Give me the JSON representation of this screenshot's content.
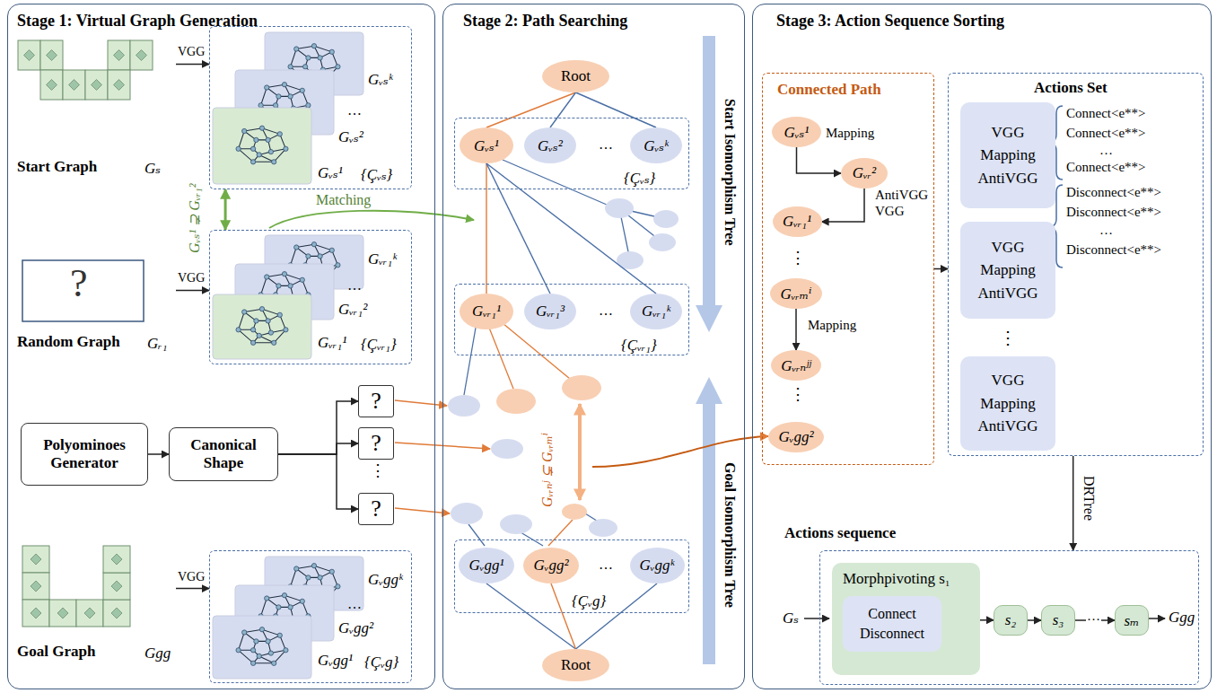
{
  "diagram": {
    "nodes": [
      {
        "text": [
          "Stage 1: Virtual Graph Generation"
        ]
      },
      {
        "text": [
          "Start Graph",
          "Gₛ"
        ],
        "in": 0
      },
      {
        "text": [
          "Gᵥₛᵏ",
          "…",
          "Gᵥₛ²",
          "Gᵥₛ¹",
          "{Çᵥₛ}"
        ],
        "in": 0
      },
      {
        "text": [
          "?",
          "Random Graph",
          "Gᵣ₁"
        ],
        "in": 0
      },
      {
        "text": [
          "Gᵥᵣ₁ᵏ",
          "…",
          "Gᵥᵣ₁²",
          "Gᵥᵣ₁¹",
          "{Çᵥᵣ₁}"
        ],
        "in": 0
      },
      {
        "text": [
          "Polyominoes Generator"
        ],
        "in": 0
      },
      {
        "text": [
          "Canonical Shape"
        ],
        "in": 0
      },
      {
        "text": [
          "?"
        ],
        "in": 0
      },
      {
        "text": [
          "?"
        ],
        "in": 0
      },
      {
        "text": [
          "?"
        ],
        "in": 0
      },
      {
        "text": [
          "Goal Graph",
          "Ggg"
        ],
        "in": 0
      },
      {
        "text": [
          "Gᵥggᵏ",
          "…",
          "Gᵥgg²",
          "Gᵥgg¹",
          "{Çᵥg}"
        ],
        "in": 0
      },
      {
        "text": [
          "Stage 2: Path Searching",
          "Start Isomorphism Tree",
          "Goal Isomorphism Tree"
        ]
      },
      {
        "text": [
          "Root"
        ],
        "in": 12
      },
      {
        "text": [
          "…",
          "{Çᵥₛ}"
        ],
        "in": 12
      },
      {
        "text": [
          "Gᵥₛ¹"
        ],
        "in": 14
      },
      {
        "text": [
          "Gᵥₛ²"
        ],
        "in": 14
      },
      {
        "text": [
          "Gᵥₛᵏ"
        ],
        "in": 14
      },
      {
        "text": [
          "…",
          "{Çᵥᵣ₁}"
        ],
        "in": 12
      },
      {
        "text": [
          "Gᵥᵣ₁¹"
        ],
        "in": 18
      },
      {
        "text": [
          "Gᵥᵣ₁³"
        ],
        "in": 18
      },
      {
        "text": [
          "Gᵥᵣ₁ᵏ"
        ],
        "in": 18
      },
      {
        "text": [
          "…",
          "{Çᵥg}"
        ],
        "in": 12
      },
      {
        "text": [
          "Gᵥgg¹"
        ],
        "in": 22
      },
      {
        "text": [
          "Gᵥgg²"
        ],
        "in": 22
      },
      {
        "text": [
          "Gᵥggᵏ"
        ],
        "in": 22
      },
      {
        "text": [
          "Root"
        ],
        "in": 12
      },
      {
        "text": [
          "Stage 3: Action Sequence Sorting"
        ]
      },
      {
        "text": [
          "Connected Path"
        ],
        "in": 27
      },
      {
        "text": [
          "Gᵥₛ¹"
        ],
        "in": 28
      },
      {
        "text": [
          "Gᵥᵣ²"
        ],
        "in": 28
      },
      {
        "text": [
          "Gᵥᵣ₁¹"
        ],
        "in": 28
      },
      {
        "text": [
          "Gᵥᵣₘⁱ"
        ],
        "in": 28
      },
      {
        "text": [
          "Gᵥᵣₙʲʲ"
        ],
        "in": 28
      },
      {
        "text": [
          "Gᵥgg²"
        ],
        "in": 28
      },
      {
        "text": [
          "Actions Set"
        ],
        "in": 27
      },
      {
        "text": [
          "VGG Mapping AntiVGG"
        ],
        "in": 35
      },
      {
        "text": [
          "VGG Mapping AntiVGG"
        ],
        "in": 35
      },
      {
        "text": [
          "VGG Mapping AntiVGG"
        ],
        "in": 35
      },
      {
        "text": [
          "Actions sequence"
        ],
        "in": 27
      },
      {
        "text": [
          "Morphpivoting s₁"
        ],
        "in": 39
      },
      {
        "text": [
          "Connect Disconnect"
        ],
        "in": 40
      },
      {
        "text": [
          "s₂"
        ],
        "in": 39
      },
      {
        "text": [
          "s₃"
        ],
        "in": 39
      },
      {
        "text": [
          "sₘ"
        ],
        "in": 39
      }
    ],
    "edges": [
      {
        "from": 1,
        "to": 2,
        "arrow": "to",
        "label": "VGG"
      },
      {
        "from": 3,
        "to": 4,
        "arrow": "to",
        "label": "VGG"
      },
      {
        "from": 10,
        "to": 11,
        "arrow": "to",
        "label": "VGG"
      },
      {
        "from": 2,
        "to": 4,
        "arrow": "both"
      },
      {
        "from": 5,
        "to": 6,
        "arrow": "to"
      },
      {
        "from": 6,
        "to": 7,
        "arrow": "to"
      },
      {
        "from": 6,
        "to": 8,
        "arrow": "to"
      },
      {
        "from": 6,
        "to": 9,
        "arrow": "to"
      },
      {
        "from": 13,
        "to": 15,
        "arrow": "none"
      },
      {
        "from": 13,
        "to": 16,
        "arrow": "none"
      },
      {
        "from": 13,
        "to": 17,
        "arrow": "none"
      },
      {
        "from": 15,
        "to": 19,
        "arrow": "none"
      },
      {
        "from": 15,
        "to": 20,
        "arrow": "none"
      },
      {
        "from": 15,
        "to": 21,
        "arrow": "none"
      },
      {
        "from": 26,
        "to": 23,
        "arrow": "none"
      },
      {
        "from": 26,
        "to": 24,
        "arrow": "none"
      },
      {
        "from": 26,
        "to": 25,
        "arrow": "none"
      },
      {
        "from": 29,
        "to": 30,
        "arrow": "to",
        "label": "Mapping"
      },
      {
        "from": 30,
        "to": 31,
        "arrow": "to",
        "label": "AntiVGG VGG"
      },
      {
        "from": 32,
        "to": 33,
        "arrow": "to",
        "label": "Mapping"
      },
      {
        "from": 28,
        "to": 35,
        "arrow": "to"
      },
      {
        "from": 35,
        "to": 39,
        "arrow": "to"
      },
      {
        "from": 40,
        "to": 42,
        "arrow": "to"
      },
      {
        "from": 42,
        "to": 43,
        "arrow": "to"
      },
      {
        "from": 43,
        "to": 44,
        "arrow": "to",
        "label": "…"
      }
    ],
    "labels": [
      "Matching",
      "Gᵥₛ¹ ⊋ Gᵥᵣ₁²",
      "⋮",
      "Gᵥᵣₙʲ ⊊ Gᵥᵣₘⁱ",
      "⋮",
      "⋮",
      "Connect<e**>",
      "Connect<e**>",
      "…",
      "Connect<e**>",
      "Disconnect<e**>",
      "Disconnect<e**>",
      "…",
      "Disconnect<e**>",
      "⋮",
      "DRTree",
      "Gₛ",
      "Ggg"
    ]
  }
}
